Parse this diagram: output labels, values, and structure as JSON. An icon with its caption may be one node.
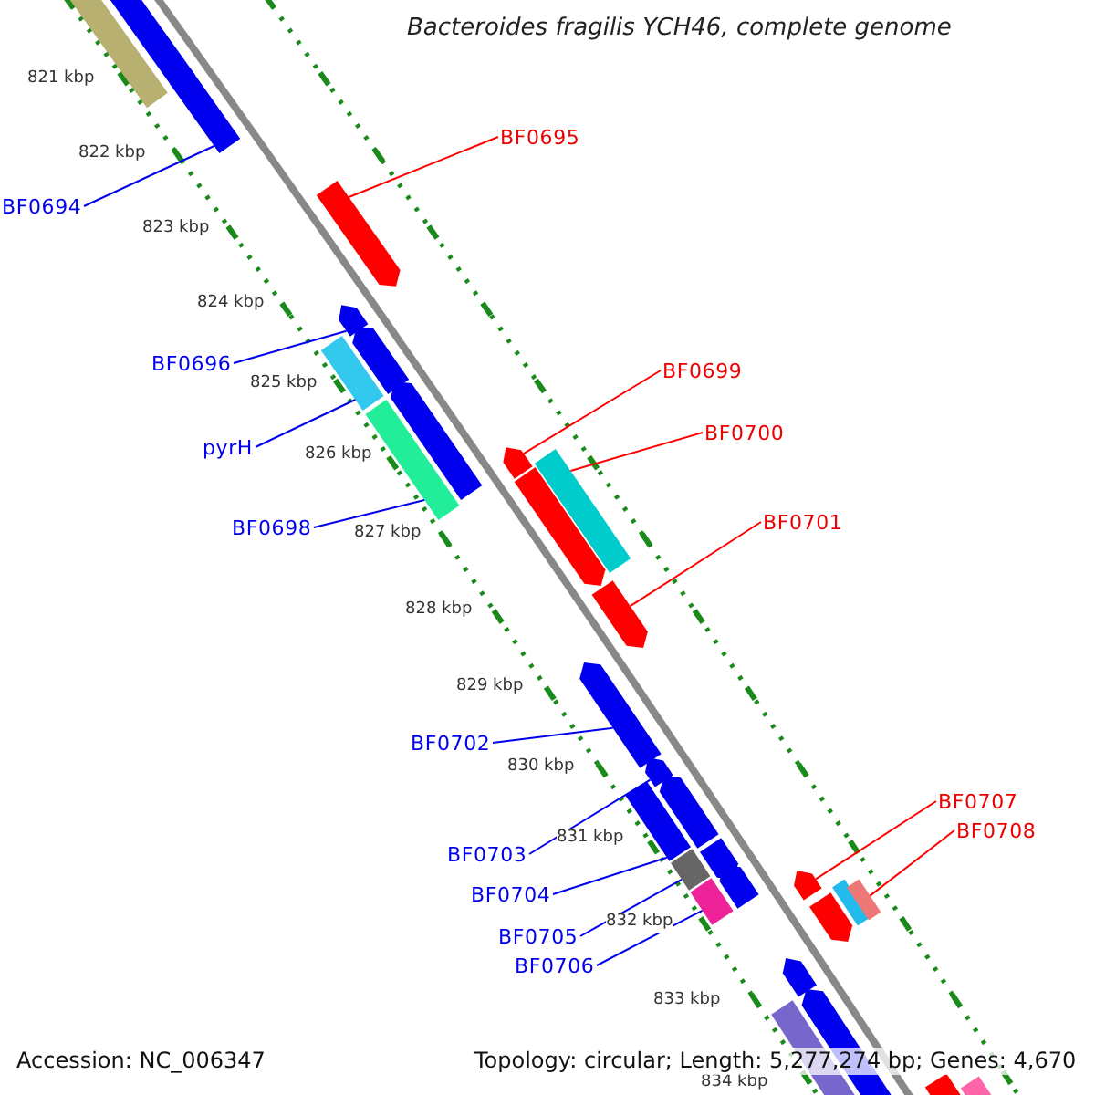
{
  "diagram": {
    "title": "Bacteroides fragilis YCH46, complete genome",
    "nodes": [
      {
        "text": [
          "BF0694"
        ]
      },
      {
        "text": [
          "BF0695"
        ]
      },
      {
        "text": [
          "BF0696"
        ]
      },
      {
        "text": [
          "pyrH"
        ]
      },
      {
        "text": [
          "BF0698"
        ]
      },
      {
        "text": [
          "BF0699"
        ]
      },
      {
        "text": [
          "BF0700"
        ]
      },
      {
        "text": [
          "BF0701"
        ]
      },
      {
        "text": [
          "BF0702"
        ]
      },
      {
        "text": [
          "BF0703"
        ]
      },
      {
        "text": [
          "BF0704"
        ]
      },
      {
        "text": [
          "BF0705"
        ]
      },
      {
        "text": [
          "BF0706"
        ]
      },
      {
        "text": [
          "BF0707"
        ]
      },
      {
        "text": [
          "BF0708"
        ]
      },
      {
        "text": [],
        "shape": "bar"
      },
      {
        "text": [],
        "shape": "arrow"
      },
      {
        "text": [],
        "shape": "arrow"
      },
      {
        "text": [],
        "shape": "arrow"
      },
      {
        "text": [],
        "shape": "arrow"
      },
      {
        "text": [],
        "shape": "arrow"
      },
      {
        "text": [],
        "shape": "bar"
      },
      {
        "text": [],
        "shape": "arrow"
      },
      {
        "text": [],
        "shape": "bar"
      },
      {
        "text": [],
        "shape": "arrow"
      },
      {
        "text": [],
        "shape": "arrow"
      },
      {
        "text": [],
        "shape": "bar"
      },
      {
        "text": [],
        "shape": "arrow"
      },
      {
        "text": [],
        "shape": "arrow"
      },
      {
        "text": [],
        "shape": "arrow"
      },
      {
        "text": [],
        "shape": "bar"
      },
      {
        "text": [],
        "shape": "bar"
      },
      {
        "text": [],
        "shape": "bar"
      },
      {
        "text": [],
        "shape": "arrow"
      },
      {
        "text": [],
        "shape": "arrow"
      },
      {
        "text": [],
        "shape": "arrow"
      },
      {
        "text": [],
        "shape": "arrow"
      },
      {
        "text": [],
        "shape": "arrow"
      },
      {
        "text": [],
        "shape": "bar"
      },
      {
        "text": [],
        "shape": "bar"
      },
      {
        "text": [],
        "shape": "arrow"
      },
      {
        "text": [],
        "shape": "arrow"
      },
      {
        "text": [],
        "shape": "bar"
      },
      {
        "text": [],
        "shape": "bar"
      },
      {
        "text": [],
        "shape": "bar"
      }
    ],
    "edges": [
      {
        "from": 0,
        "to": 17,
        "arrow": "none"
      },
      {
        "from": 1,
        "to": 18,
        "arrow": "none",
        "color": "#ff0000"
      },
      {
        "from": 2,
        "to": 19,
        "arrow": "none"
      },
      {
        "from": 3,
        "to": 21,
        "arrow": "none"
      },
      {
        "from": 4,
        "to": 23,
        "arrow": "none"
      },
      {
        "from": 5,
        "to": 24,
        "arrow": "none",
        "color": "#ff0000"
      },
      {
        "from": 6,
        "to": 26,
        "arrow": "none",
        "color": "#ff0000"
      },
      {
        "from": 7,
        "to": 27,
        "arrow": "none",
        "color": "#ff0000"
      },
      {
        "from": 8,
        "to": 28,
        "arrow": "none"
      },
      {
        "from": 9,
        "to": 29,
        "arrow": "none"
      },
      {
        "from": 10,
        "to": 30,
        "arrow": "none"
      },
      {
        "from": 11,
        "to": 31,
        "arrow": "none"
      },
      {
        "from": 12,
        "to": 32,
        "arrow": "none"
      },
      {
        "from": 13,
        "to": 36,
        "arrow": "none",
        "color": "#ff0000"
      },
      {
        "from": 14,
        "to": 39,
        "arrow": "none",
        "color": "#ff0000"
      }
    ],
    "labels": [
      "821 kbp",
      "822 kbp",
      "823 kbp",
      "824 kbp",
      "825 kbp",
      "826 kbp",
      "827 kbp",
      "828 kbp",
      "829 kbp",
      "830 kbp",
      "831 kbp",
      "832 kbp",
      "833 kbp",
      "834 kbp",
      "Accession: NC_006347",
      "Topology: circular; Length: 5,277,274 bp; Genes: 4,670"
    ]
  }
}
